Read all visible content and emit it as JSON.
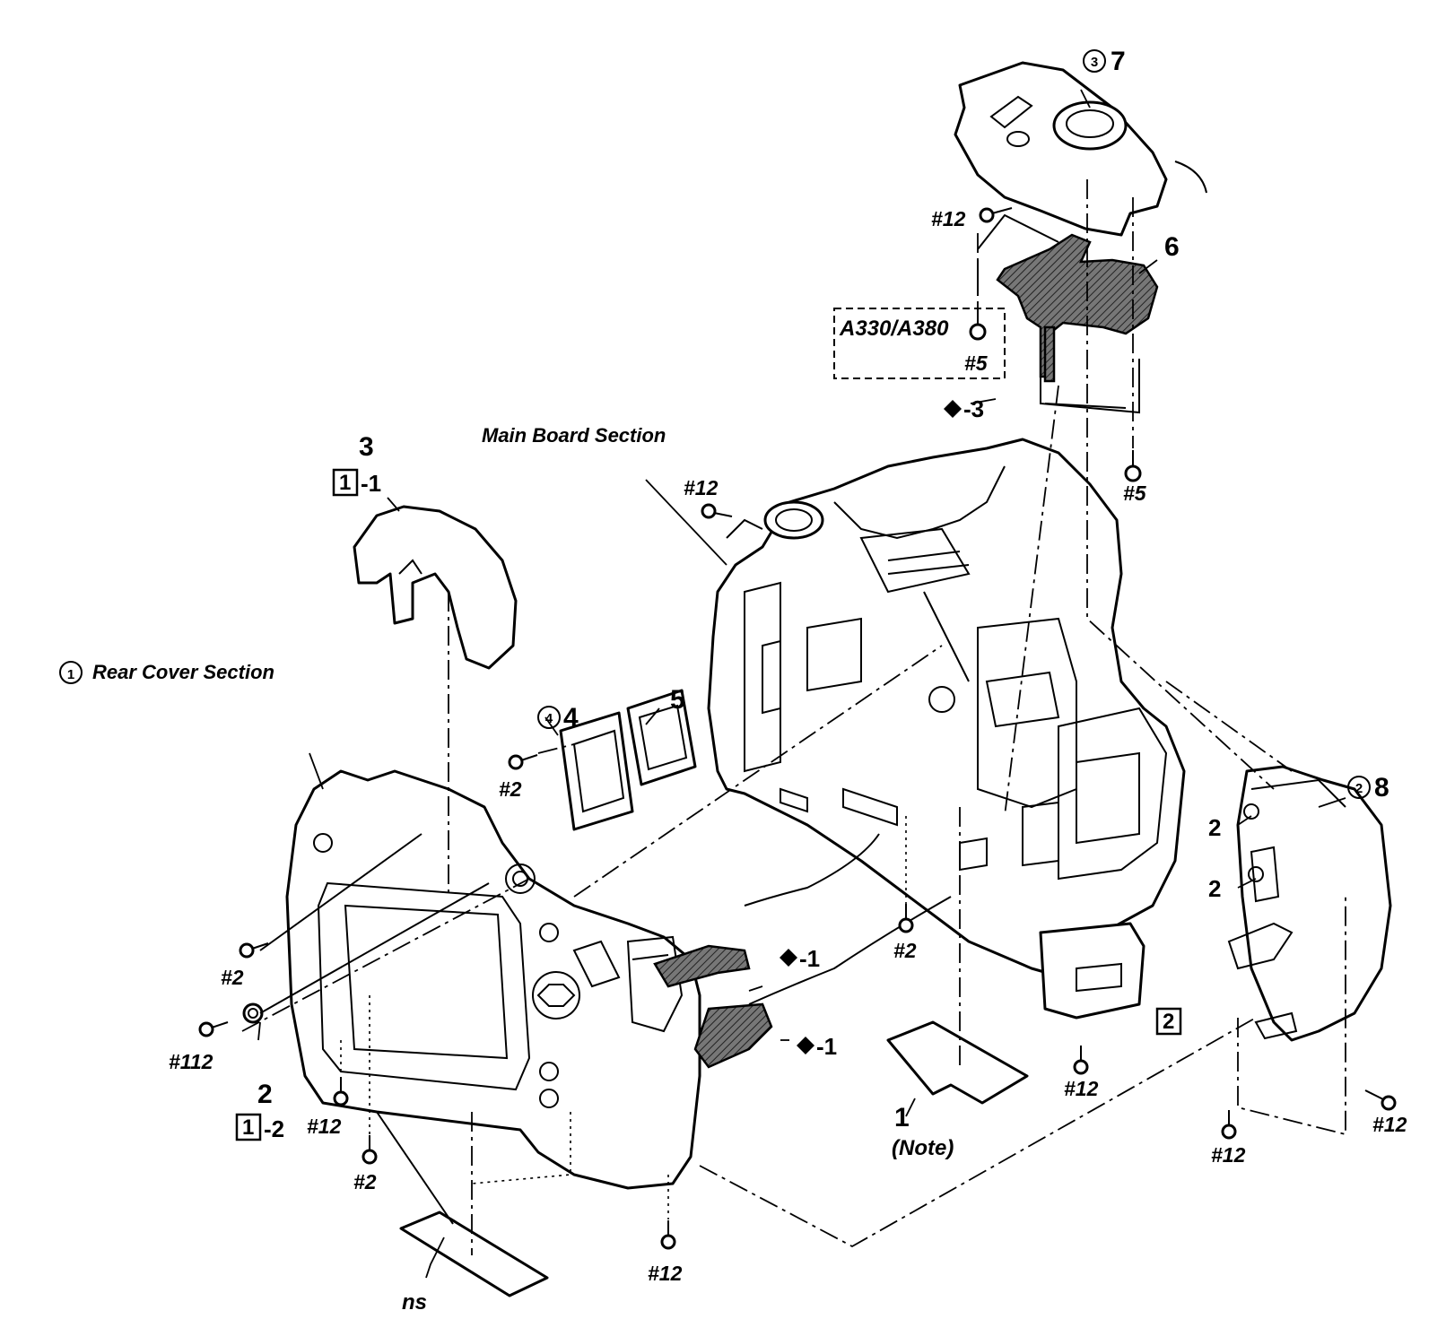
{
  "sections": {
    "main_board": "Main Board Section",
    "rear_cover": "Rear Cover Section",
    "rear_cover_marker": "1"
  },
  "parts": {
    "p1": "1",
    "p1_note": "(Note)",
    "p2": "2",
    "p3": "3",
    "p4": "4",
    "p4_marker": "4",
    "p5": "5",
    "p6": "6",
    "p7": "7",
    "p7_marker": "3",
    "p8": "8",
    "p8_marker": "2",
    "ns": "ns"
  },
  "boxed_refs": {
    "box1": "1",
    "box1_suffix_a": "-1",
    "box1_suffix_b": "-2",
    "box2": "2"
  },
  "diamond_refs": {
    "ref_minus1": "-1",
    "ref_minus3": "-3"
  },
  "model_box": {
    "label": "A330/A380"
  },
  "screws": {
    "s12": "#12",
    "s2": "#2",
    "s5": "#5",
    "s112": "#112",
    "right_2": "2"
  },
  "colors": {
    "line": "#000000",
    "background": "#ffffff"
  }
}
